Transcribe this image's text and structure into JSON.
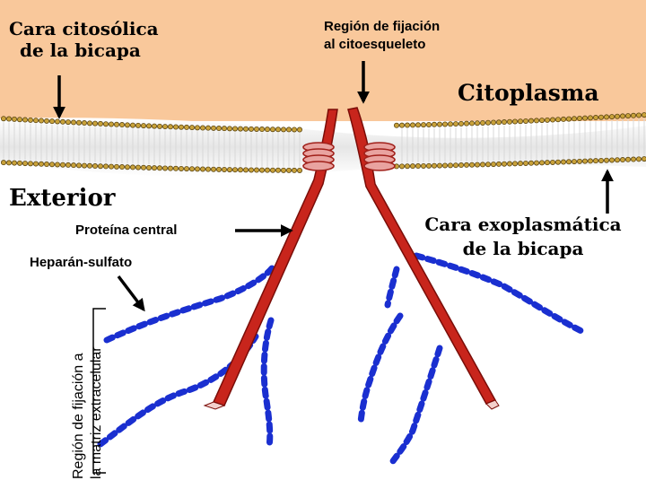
{
  "labels": {
    "cytosolic_face_line1": "Cara citosólica",
    "cytosolic_face_line2": "de la bicapa",
    "cytoskeleton_region_line1": "Región de fijación",
    "cytoskeleton_region_line2": "al citoesqueleto",
    "cytoplasm": "Citoplasma",
    "exterior": "Exterior",
    "core_protein": "Proteína central",
    "exoplasmic_face_line1": "Cara exoplasmática",
    "exoplasmic_face_line2": "de la bicapa",
    "heparan_sulfate": "Heparán-sulfato",
    "ecm_region_line1": "Región de fijación a",
    "ecm_region_line2": "la matriz extracelular"
  },
  "colors": {
    "cytoplasm": "#f9c89b",
    "membrane_head": "#c9a23a",
    "membrane_head_outline": "#5a4410",
    "protein": "#c8251c",
    "protein_dark": "#7a0d08",
    "anchor_ring": "#e9a3a0",
    "heparan": "#1a2fd0",
    "arrow": "#000000"
  }
}
